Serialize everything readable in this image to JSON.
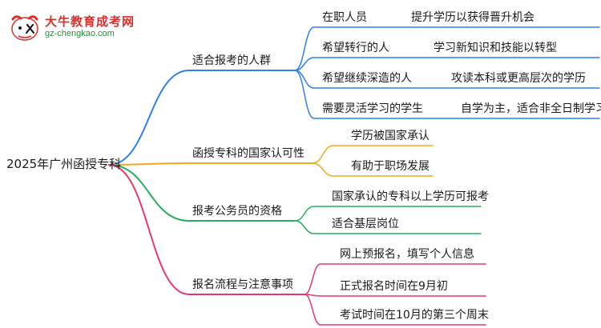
{
  "logo": {
    "title": "大牛教育成考网",
    "url": "gz-chengkao.com"
  },
  "mindmap": {
    "root": "2025年广州函授专科",
    "branches": [
      {
        "label": "适合报考的人群",
        "color": "#2f80ed",
        "children": [
          {
            "label": "在职人员",
            "detail": "提升学历以获得晋升机会"
          },
          {
            "label": "希望转行的人",
            "detail": "学习新知识和技能以转型"
          },
          {
            "label": "希望继续深造的人",
            "detail": "攻读本科或更高层次的学历"
          },
          {
            "label": "需要灵活学习的学生",
            "detail": "自学为主，适合非全日制学习"
          }
        ]
      },
      {
        "label": "函授专科的国家认可性",
        "color": "#f2a91c",
        "children": [
          {
            "label": "学历被国家承认"
          },
          {
            "label": "有助于职场发展"
          }
        ]
      },
      {
        "label": "报考公务员的资格",
        "color": "#27ae60",
        "children": [
          {
            "label": "国家承认的专科以上学历可报考"
          },
          {
            "label": "适合基层岗位"
          }
        ]
      },
      {
        "label": "报名流程与注意事项",
        "color": "#e6396b",
        "children": [
          {
            "label": "网上预报名，填写个人信息"
          },
          {
            "label": "正式报名时间在9月初"
          },
          {
            "label": "考试时间在10月的第三个周末"
          }
        ]
      }
    ]
  }
}
